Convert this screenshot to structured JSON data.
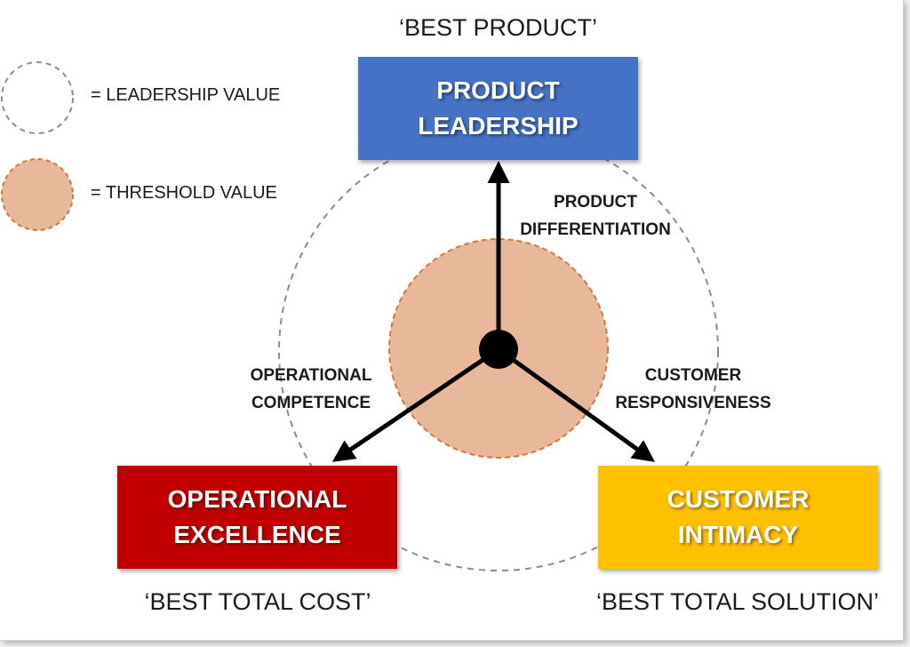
{
  "colors": {
    "product_leadership": "#4472c4",
    "operational_excellence": "#c00000",
    "customer_intimacy": "#ffc000",
    "threshold_fill": "#e9b89a",
    "threshold_stroke": "#d2763e",
    "leadership_stroke": "#8c8c8c"
  },
  "legend": {
    "leadership_label": "= LEADERSHIP VALUE",
    "threshold_label": "= THRESHOLD VALUE"
  },
  "product_leadership": {
    "tagline": "‘BEST PRODUCT’",
    "line1": "PRODUCT",
    "line2": "LEADERSHIP"
  },
  "operational_excellence": {
    "tagline": "‘BEST TOTAL COST’",
    "line1": "OPERATIONAL",
    "line2": "EXCELLENCE"
  },
  "customer_intimacy": {
    "tagline": "‘BEST TOTAL SOLUTION’",
    "line1": "CUSTOMER",
    "line2": "INTIMACY"
  },
  "axes": {
    "product": {
      "line1": "PRODUCT",
      "line2": "DIFFERENTIATION"
    },
    "operational": {
      "line1": "OPERATIONAL",
      "line2": "COMPETENCE"
    },
    "customer": {
      "line1": "CUSTOMER",
      "line2": "RESPONSIVENESS"
    }
  }
}
